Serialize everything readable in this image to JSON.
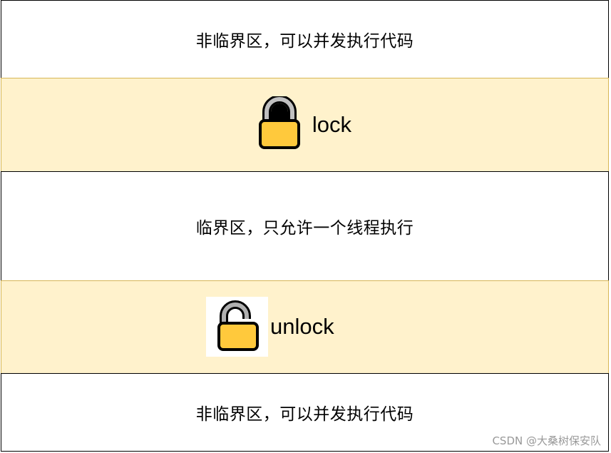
{
  "sections": [
    {
      "text": "非临界区，可以并发执行代码"
    },
    {
      "text": "lock",
      "icon": "locked-padlock-icon"
    },
    {
      "text": "临界区，只允许一个线程执行"
    },
    {
      "text": "unlock",
      "icon": "unlocked-padlock-icon"
    },
    {
      "text": "非临界区，可以并发执行代码"
    }
  ],
  "watermark": "CSDN @大桑树保安队",
  "colors": {
    "section_border": "#000000",
    "lock_fill": "#fff2cc",
    "lock_border": "#d6b656",
    "padlock_body": "#ffc93c",
    "padlock_shackle": "#c0c0c0"
  }
}
